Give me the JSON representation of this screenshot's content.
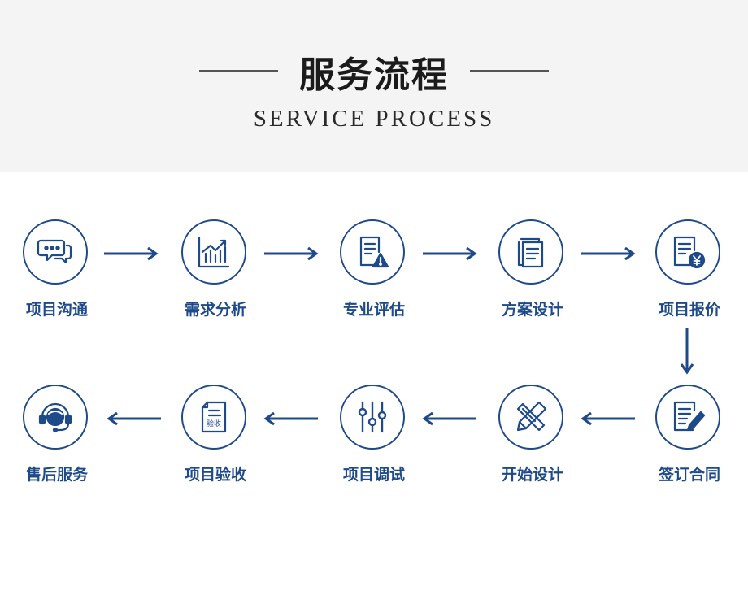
{
  "header": {
    "title": "服务流程",
    "subtitle": "SERVICE PROCESS"
  },
  "steps": [
    {
      "label": "项目沟通",
      "icon": "chat-bubbles-icon"
    },
    {
      "label": "需求分析",
      "icon": "bar-chart-icon"
    },
    {
      "label": "专业评估",
      "icon": "document-warning-icon"
    },
    {
      "label": "方案设计",
      "icon": "documents-icon"
    },
    {
      "label": "项目报价",
      "icon": "invoice-yen-icon"
    },
    {
      "label": "签订合同",
      "icon": "contract-pen-icon"
    },
    {
      "label": "开始设计",
      "icon": "ruler-pencil-icon"
    },
    {
      "label": "项目调试",
      "icon": "sliders-icon"
    },
    {
      "label": "项目验收",
      "icon": "acceptance-document-icon",
      "icon_text": "验收"
    },
    {
      "label": "售后服务",
      "icon": "headset-agent-icon"
    }
  ],
  "colors": {
    "primary": "#1f4a8a",
    "header_bg": "#f4f4f4",
    "title": "#1b1b1b"
  }
}
